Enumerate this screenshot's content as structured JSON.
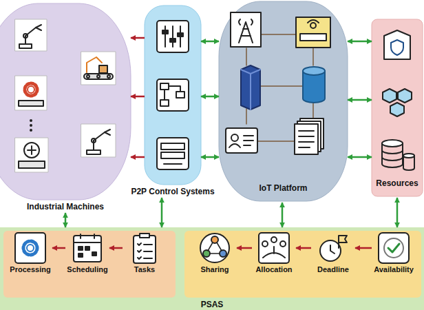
{
  "diagram": {
    "nodes": [
      {
        "text": [
          "Industrial Machines"
        ]
      },
      {
        "text": [
          "P2P Control Systems"
        ]
      },
      {
        "text": [
          "IoT Platform"
        ]
      },
      {
        "text": [
          "Resources"
        ]
      },
      {
        "text": [
          "PSAS"
        ]
      },
      {
        "text": [
          "Processing"
        ],
        "in": 4
      },
      {
        "text": [
          "Scheduling"
        ],
        "in": 4
      },
      {
        "text": [
          "Tasks"
        ],
        "in": 4
      },
      {
        "text": [
          "Sharing"
        ],
        "in": 4
      },
      {
        "text": [
          "Allocation"
        ],
        "in": 4
      },
      {
        "text": [
          "Deadline"
        ],
        "in": 4
      },
      {
        "text": [
          "Availability"
        ],
        "in": 4
      }
    ],
    "edges": [
      {
        "from": 1,
        "to": 0,
        "arrow": "to"
      },
      {
        "from": 1,
        "to": 0,
        "arrow": "to"
      },
      {
        "from": 1,
        "to": 0,
        "arrow": "to"
      },
      {
        "from": 1,
        "to": 2,
        "arrow": "both"
      },
      {
        "from": 1,
        "to": 2,
        "arrow": "both"
      },
      {
        "from": 1,
        "to": 2,
        "arrow": "both"
      },
      {
        "from": 2,
        "to": 3,
        "arrow": "both"
      },
      {
        "from": 2,
        "to": 3,
        "arrow": "both"
      },
      {
        "from": 2,
        "to": 3,
        "arrow": "both"
      },
      {
        "from": 0,
        "to": 4,
        "arrow": "both"
      },
      {
        "from": 1,
        "to": 4,
        "arrow": "both"
      },
      {
        "from": 2,
        "to": 4,
        "arrow": "both"
      },
      {
        "from": 3,
        "to": 4,
        "arrow": "both"
      },
      {
        "from": 7,
        "to": 6,
        "arrow": "to"
      },
      {
        "from": 6,
        "to": 5,
        "arrow": "to"
      },
      {
        "from": 11,
        "to": 10,
        "arrow": "to"
      },
      {
        "from": 10,
        "to": 9,
        "arrow": "to"
      },
      {
        "from": 9,
        "to": 8,
        "arrow": "to"
      }
    ]
  }
}
